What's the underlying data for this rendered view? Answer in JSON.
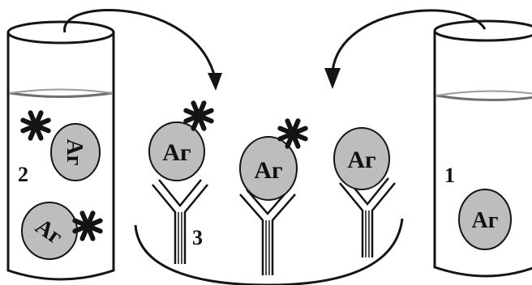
{
  "colors": {
    "line": "#141414",
    "antigen_fill": "#bdbdbd",
    "liquid_line": "#6e6e6e",
    "background": "#ffffff"
  },
  "tube_left": {
    "label": "2",
    "antigens": [
      {
        "text": "Аг",
        "marked": true
      },
      {
        "text": "Аг",
        "marked": true
      }
    ]
  },
  "tube_right": {
    "label": "1",
    "antigens": [
      {
        "text": "Аг",
        "marked": false
      }
    ]
  },
  "well": {
    "label": "3",
    "antibody_complexes": [
      {
        "antigen_text": "Аг",
        "marked": true
      },
      {
        "antigen_text": "Аг",
        "marked": true
      },
      {
        "antigen_text": "Аг",
        "marked": false
      }
    ]
  },
  "arrows": [
    {
      "from": "tube-2",
      "to": "well"
    },
    {
      "from": "tube-1",
      "to": "well"
    }
  ],
  "icons": {
    "label_marker": "asterisk-icon",
    "antibody": "antibody-y-icon"
  }
}
